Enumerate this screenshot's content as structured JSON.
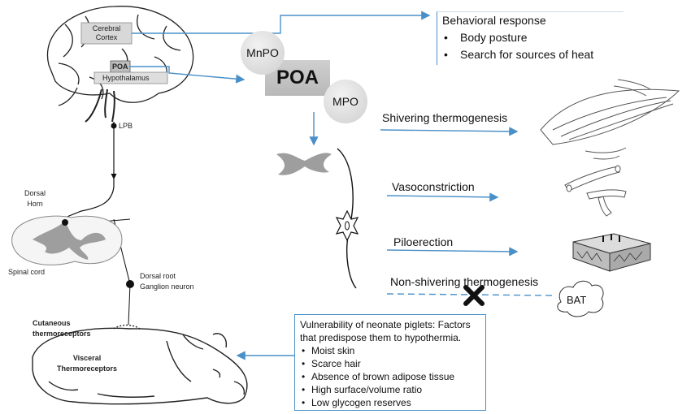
{
  "brain": {
    "cerebral_cortex": "Cerebral\nCortex",
    "poa_small": "POA",
    "hypothalamus": "Hypothalamus",
    "lpb": "LPB"
  },
  "spinal": {
    "dorsal_horn": "Dorsal\nHorn",
    "spinal_cord": "Spinal cord",
    "dorsal_root": "Dorsal root\nGanglion neuron"
  },
  "receptors": {
    "cutaneous": "Cutaneous\nthermoreceptors",
    "visceral": "Visceral\nThermoreceptors"
  },
  "center": {
    "mnpo": "MnPO",
    "poa": "POA",
    "mpo": "MPO"
  },
  "behavior": {
    "title": "Behavioral response",
    "items": [
      "Body posture",
      "Search for sources of heat"
    ]
  },
  "pathways": {
    "shivering": "Shivering thermogenesis",
    "vasoconstriction": "Vasoconstriction",
    "piloerection": "Piloerection",
    "nonshivering": "Non-shivering thermogenesis",
    "bat": "BAT"
  },
  "vulnerability": {
    "title": "Vulnerability of neonate piglets: Factors that predispose them to hypothermia.",
    "items": [
      "Moist skin",
      "Scarce hair",
      "Absence of brown adipose tissue",
      "High surface/volume ratio",
      "Low glycogen reserves"
    ]
  },
  "colors": {
    "arrow": "#4a90c8",
    "line": "#111111",
    "blocked": "#111111"
  }
}
